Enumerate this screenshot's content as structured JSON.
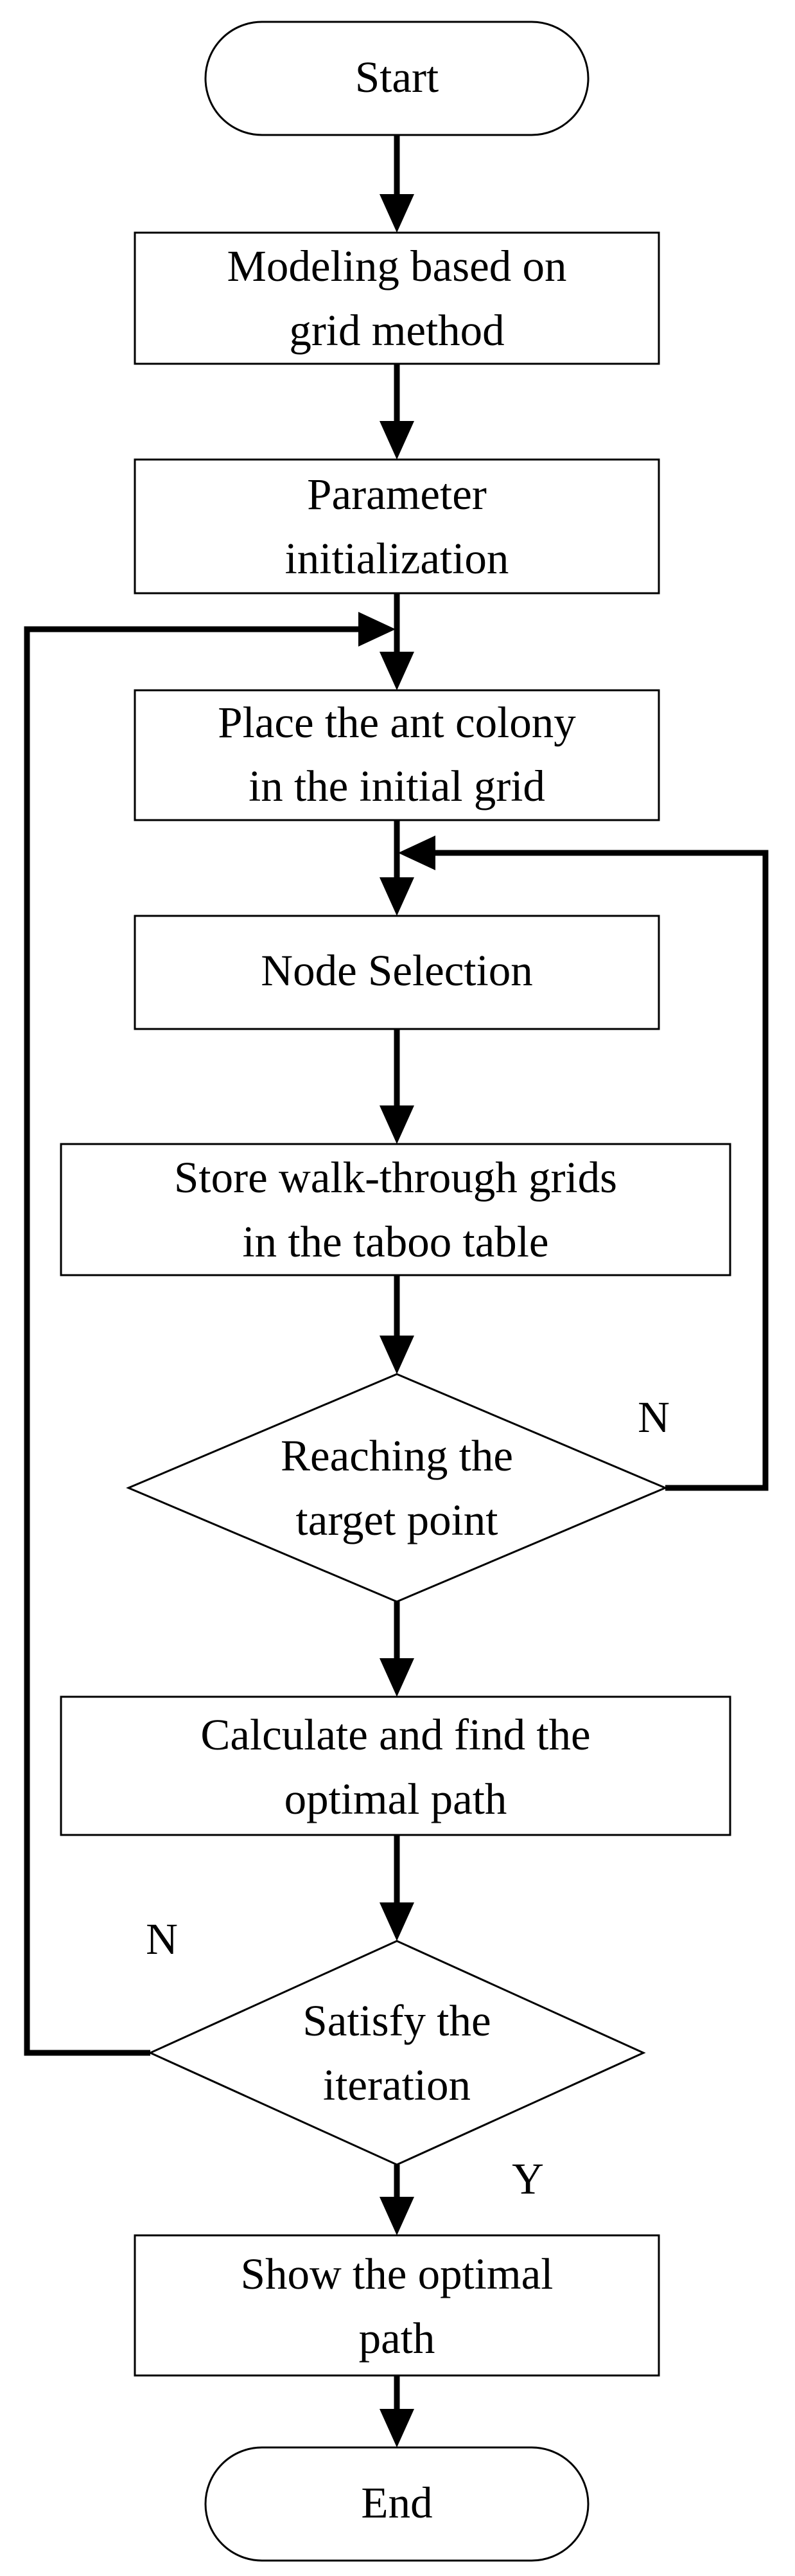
{
  "nodes": {
    "start": {
      "text": "Start"
    },
    "modeling": {
      "lines": [
        "Modeling based on",
        "grid method"
      ]
    },
    "parameter_init": {
      "lines": [
        "Parameter",
        "initialization"
      ]
    },
    "place_colony": {
      "lines": [
        "Place the ant colony",
        "in the initial grid"
      ]
    },
    "node_selection": {
      "text": "Node Selection"
    },
    "store_grids": {
      "lines": [
        "Store walk-through grids",
        "in the taboo table"
      ]
    },
    "reaching_target": {
      "lines": [
        "Reaching the",
        "target point"
      ]
    },
    "calculate_path": {
      "lines": [
        "Calculate and find the",
        "optimal path"
      ]
    },
    "satisfy_iteration": {
      "lines": [
        "Satisfy the",
        "iteration"
      ]
    },
    "show_path": {
      "lines": [
        "Show the optimal",
        "path"
      ]
    },
    "end": {
      "text": "End"
    }
  },
  "edge_labels": {
    "reaching_no": "N",
    "iteration_no": "N",
    "iteration_yes": "Y"
  }
}
